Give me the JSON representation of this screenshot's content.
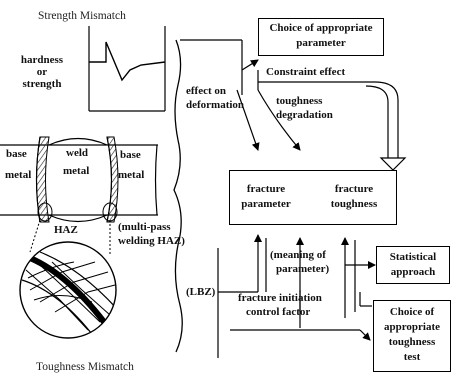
{
  "titles": {
    "strength_mismatch": "Strength Mismatch",
    "toughness_mismatch": "Toughness Mismatch"
  },
  "strength_plot": {
    "axis_label_line1": "hardness",
    "axis_label_line2": "or",
    "axis_label_line3": "strength"
  },
  "weld": {
    "base_metal_left_line1": "base",
    "base_metal_left_line2": "metal",
    "weld_metal_line1": "weld",
    "weld_metal_line2": "metal",
    "base_metal_right_line1": "base",
    "base_metal_right_line2": "metal",
    "haz": "HAZ",
    "multipass_line1": "(multi-pass",
    "multipass_line2": "welding HAZ)",
    "lbz": "(LBZ)"
  },
  "nodes": {
    "choice_parameter_line1": "Choice of appropriate",
    "choice_parameter_line2": "parameter",
    "constraint_effect": "Constraint effect",
    "effect_on_line1": "effect on",
    "effect_on_line2": "deformation",
    "toughness_degradation_line1": "toughness",
    "toughness_degradation_line2": "degradation",
    "fracture_parameter_line1": "fracture",
    "fracture_parameter_line2": "parameter",
    "fracture_toughness_line1": "fracture",
    "fracture_toughness_line2": "toughness",
    "meaning_line1": "(meaning of",
    "meaning_line2": "parameter)",
    "statistical_line1": "Statistical",
    "statistical_line2": "approach",
    "initiation_line1": "fracture initiation",
    "initiation_line2": "control factor",
    "choice_test_line1": "Choice of",
    "choice_test_line2": "appropriate",
    "choice_test_line3": "toughness",
    "choice_test_line4": "test"
  }
}
